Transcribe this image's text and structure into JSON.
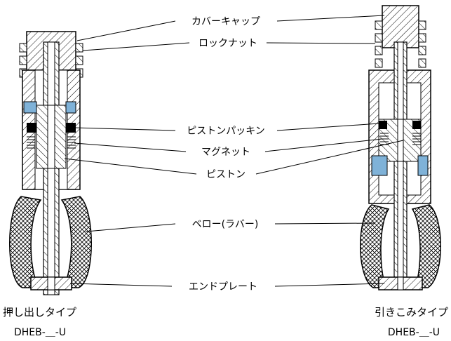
{
  "labels": [
    {
      "id": "cover-cap",
      "text": "カバーキャップ"
    },
    {
      "id": "lock-nut",
      "text": "ロックナット"
    },
    {
      "id": "piston-packing",
      "text": "ピストンパッキン"
    },
    {
      "id": "magnet",
      "text": "マグネット"
    },
    {
      "id": "piston",
      "text": "ピストン"
    },
    {
      "id": "bellows",
      "text": "ベロー(ラバー)"
    },
    {
      "id": "end-plate",
      "text": "エンドプレート"
    }
  ],
  "left": {
    "type": "押し出しタイプ",
    "model": "DHEB-＿-U"
  },
  "right": {
    "type": "引きこみタイプ",
    "model": "DHEB-＿-U"
  },
  "colors": {
    "line": "#000000",
    "hatch": "#000000",
    "seal": "#7fb2d8",
    "bg": "#ffffff"
  }
}
